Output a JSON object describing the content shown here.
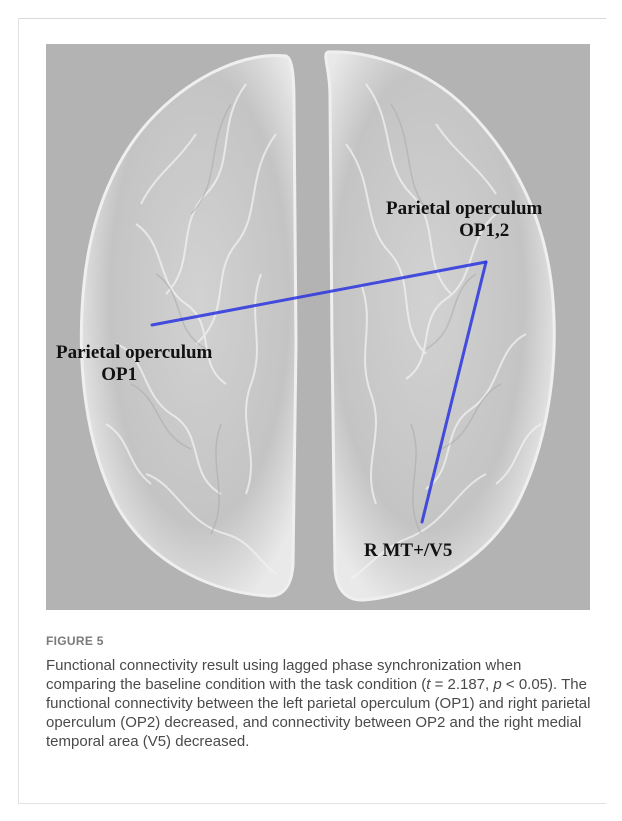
{
  "figure": {
    "labels": {
      "left_region_name": "Parietal operculum",
      "left_region_area": "OP1",
      "right_region_name": "Parietal operculum",
      "right_region_area": "OP1,2",
      "bottom_region": "R MT+/V5"
    },
    "colors": {
      "background": "#b3b3b3",
      "connection": "#2b35e0"
    }
  },
  "caption": {
    "figure_number": "FIGURE 5",
    "text_1": "Functional connectivity result using lagged phase synchronization when comparing the baseline condition with the task condition (",
    "t_symbol": "t",
    "text_2": " = 2.187, ",
    "p_symbol": "p",
    "text_3": " < 0.05). The functional connectivity between the left parietal operculum (OP1) and right parietal operculum (OP2) decreased, and connectivity between OP2 and the right medial temporal area (V5) decreased."
  }
}
